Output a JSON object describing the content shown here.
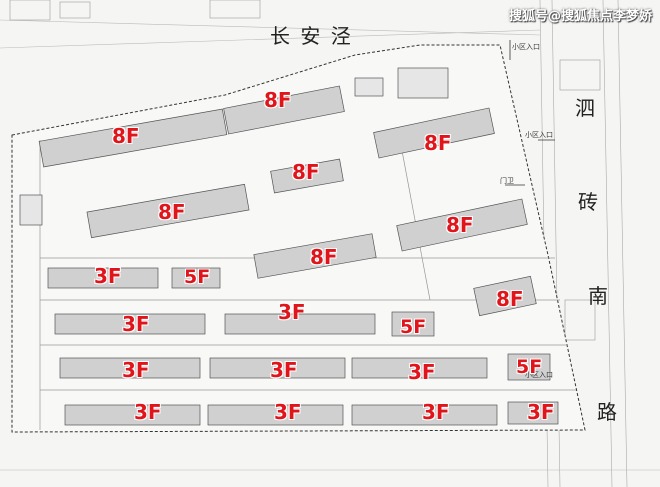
{
  "roads": {
    "north": "长 安 泾",
    "east_1": "泗",
    "east_2": "砖",
    "east_3": "南",
    "east_4": "路"
  },
  "watermark": "搜狐号@搜狐焦点李梦娇",
  "labels": {
    "gate_north": "小区入口",
    "gate_east": "小区入口",
    "gate_mid": "门卫",
    "gate_south": "小区入口"
  },
  "buildings": [
    {
      "id": "b1",
      "floors": "8F"
    },
    {
      "id": "b2",
      "floors": "8F"
    },
    {
      "id": "b3",
      "floors": "8F"
    },
    {
      "id": "b4",
      "floors": "8F"
    },
    {
      "id": "b5",
      "floors": "8F"
    },
    {
      "id": "b6",
      "floors": "8F"
    },
    {
      "id": "b7",
      "floors": "8F"
    },
    {
      "id": "b8",
      "floors": "8F"
    },
    {
      "id": "b9",
      "floors": "3F"
    },
    {
      "id": "b10",
      "floors": "5F"
    },
    {
      "id": "b11",
      "floors": "3F"
    },
    {
      "id": "b12",
      "floors": "3F"
    },
    {
      "id": "b13",
      "floors": "5F"
    },
    {
      "id": "b14",
      "floors": "3F"
    },
    {
      "id": "b15",
      "floors": "3F"
    },
    {
      "id": "b16",
      "floors": "3F"
    },
    {
      "id": "b17",
      "floors": "5F"
    },
    {
      "id": "b18",
      "floors": "3F"
    },
    {
      "id": "b19",
      "floors": "3F"
    },
    {
      "id": "b20",
      "floors": "3F"
    },
    {
      "id": "b21",
      "floors": "3F"
    }
  ],
  "colors": {
    "floor_label": "#e0151b",
    "building_fill": "#cfcfcf",
    "boundary": "#333333"
  }
}
